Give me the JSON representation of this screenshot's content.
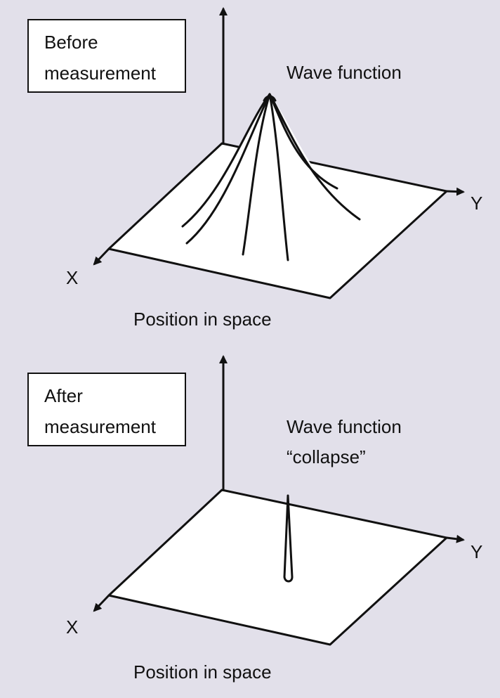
{
  "panels": [
    {
      "label_line1": "Before",
      "label_line2": "measurement",
      "curve_line1": "Wave function",
      "curve_line2": "",
      "axis_x": "X",
      "axis_y": "Y",
      "caption": "Position in space"
    },
    {
      "label_line1": "After",
      "label_line2": "measurement",
      "curve_line1": "Wave function",
      "curve_line2": "“collapse”",
      "axis_x": "X",
      "axis_y": "Y",
      "caption": "Position in space"
    }
  ],
  "colors": {
    "background": "#e2e0ea",
    "plane": "#ffffff",
    "stroke": "#111111"
  }
}
